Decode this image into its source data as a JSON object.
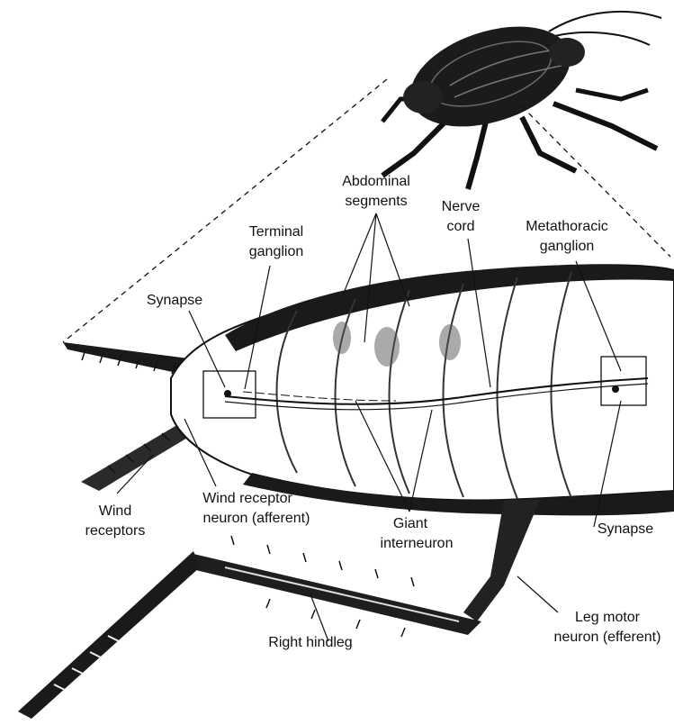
{
  "labels": {
    "abdominal_segments": [
      "Abdominal",
      "segments"
    ],
    "terminal_ganglion": [
      "Terminal",
      "ganglion"
    ],
    "nerve_cord": [
      "Nerve",
      "cord"
    ],
    "metathoracic_ganglion": [
      "Metathoracic",
      "ganglion"
    ],
    "synapse_left": "Synapse",
    "wind_receptors": [
      "Wind",
      "receptors"
    ],
    "wind_receptor_neuron": [
      "Wind receptor",
      "neuron (afferent)"
    ],
    "giant_interneuron": [
      "Giant",
      "interneuron"
    ],
    "synapse_right": "Synapse",
    "right_hindleg": "Right hindleg",
    "leg_motor_neuron": [
      "Leg motor",
      "neuron (efferent)"
    ]
  },
  "colors": {
    "ink": "#111111",
    "shade": "#3a3a3a",
    "paper": "#ffffff"
  }
}
